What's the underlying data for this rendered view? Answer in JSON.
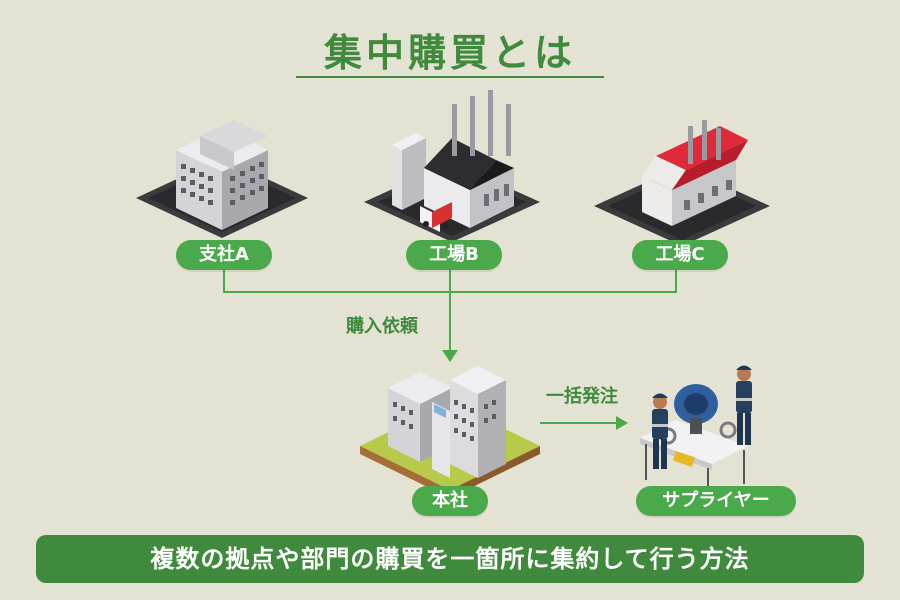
{
  "title": "集中購買とは",
  "nodes": {
    "branch_a": "支社A",
    "factory_b": "工場B",
    "factory_c": "工場C",
    "head_office": "本社",
    "supplier": "サプライヤー"
  },
  "arrows": {
    "purchase_request": "購入依頼",
    "bulk_order": "一括発注"
  },
  "summary": "複数の拠点や部門の購買を一箇所に集約して行う方法",
  "colors": {
    "accent": "#3f8a3c",
    "pill": "#4aa94a",
    "background": "#e4e2d3",
    "factory_roof": "#e02a3a"
  }
}
